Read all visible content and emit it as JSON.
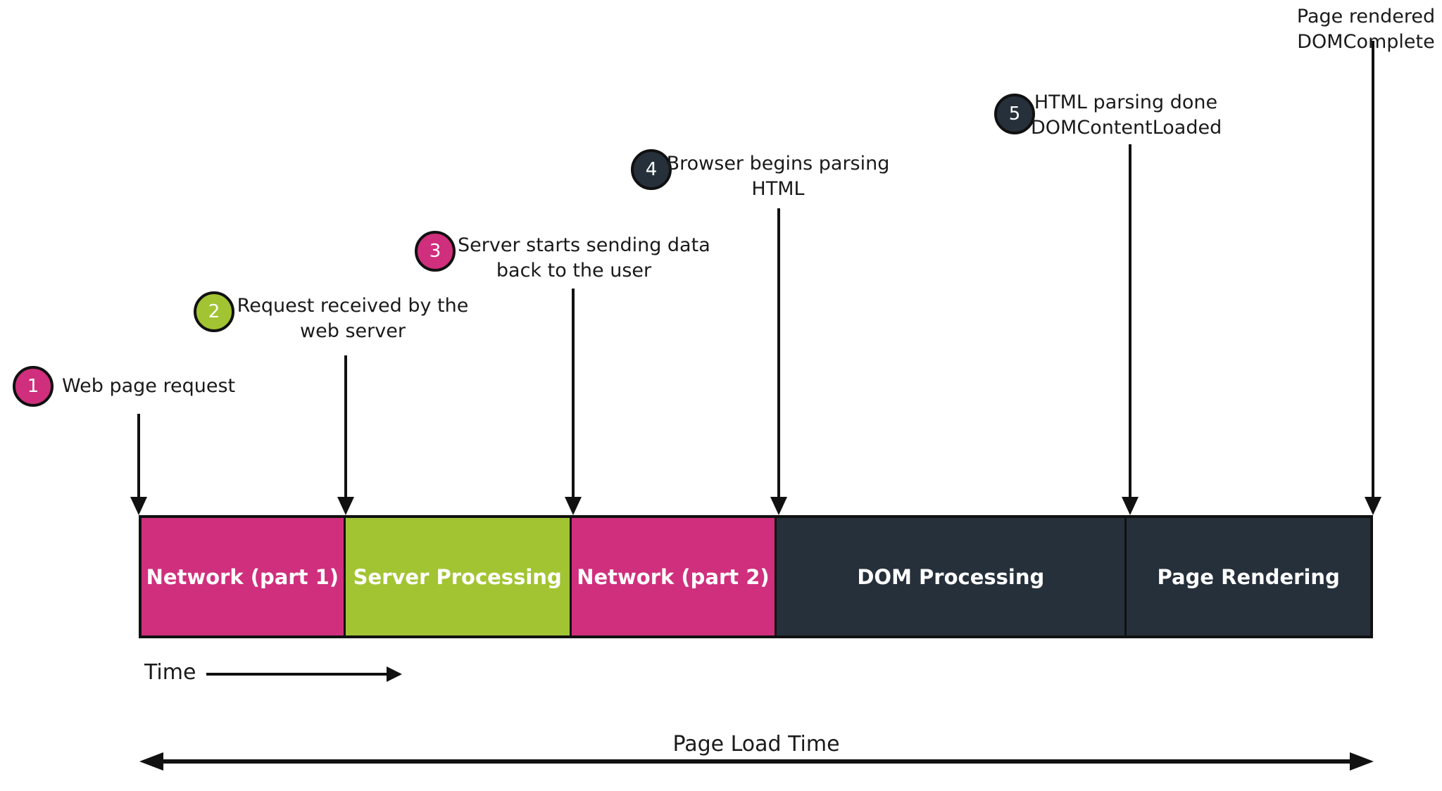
{
  "colors": {
    "pink": "#D02F7D",
    "green": "#A2C433",
    "dark": "#26303B",
    "line": "#111111",
    "background": "#FFFFFF",
    "bar_text": "#FFFFFF"
  },
  "milestones": [
    {
      "number": "1",
      "lines": [
        "Web page request"
      ],
      "color_name": "pink"
    },
    {
      "number": "2",
      "lines": [
        "Request received by the",
        "web server"
      ],
      "color_name": "green"
    },
    {
      "number": "3",
      "lines": [
        "Server starts sending data",
        "back to the user"
      ],
      "color_name": "pink"
    },
    {
      "number": "4",
      "lines": [
        "Browser begins parsing",
        "HTML"
      ],
      "color_name": "dark"
    },
    {
      "number": "5",
      "lines": [
        "HTML parsing done",
        "DOMContentLoaded"
      ],
      "color_name": "dark"
    },
    {
      "number": null,
      "lines": [
        "Page rendered",
        "DOMComplete"
      ],
      "color_name": null
    }
  ],
  "bar": {
    "segments": [
      {
        "label": "Network (part 1)",
        "color_name": "pink"
      },
      {
        "label": "Server Processing",
        "color_name": "green"
      },
      {
        "label": "Network (part 2)",
        "color_name": "pink"
      },
      {
        "label": "DOM Processing",
        "color_name": "dark"
      },
      {
        "label": "Page Rendering",
        "color_name": "dark"
      }
    ]
  },
  "footer": {
    "time_label": "Time",
    "page_load_label": "Page Load Time"
  }
}
